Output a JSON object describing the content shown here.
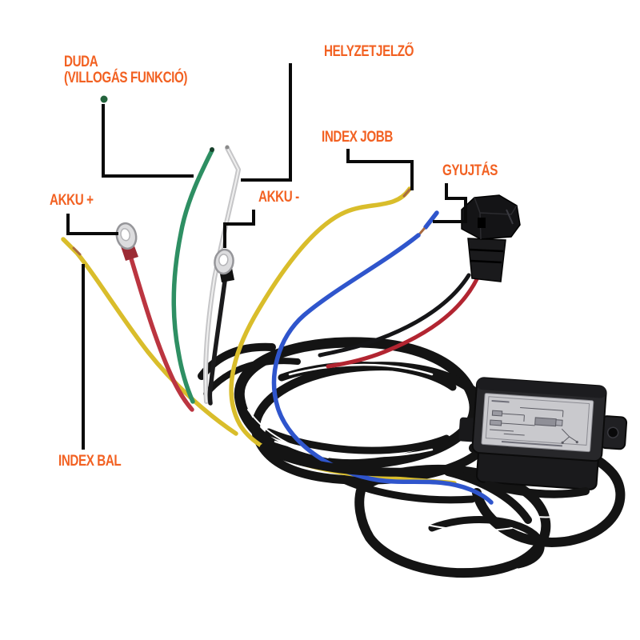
{
  "title": "DRL controller wiring harness diagram (Hungarian labels)",
  "labels": {
    "duda": {
      "line1": "DUDA",
      "line2": "(VILLOGÁS FUNKCIÓ)"
    },
    "helyzetjelzo": "HELYZETJELZŐ",
    "index_jobb": "INDEX JOBB",
    "gyujtas": "GYUJTÁS",
    "akku_plus": "AKKU +",
    "akku_minus": "AKKU -",
    "index_bal": "INDEX BAL"
  },
  "colors": {
    "label_text": "#f26122",
    "pointer_line": "#0a0a0a",
    "wire_yellow": "#d9bd2b",
    "wire_green": "#2e8f63",
    "wire_white": "#c6c6c8",
    "wire_red": "#bb3540",
    "wire_black": "#1b1b1d",
    "wire_blue": "#2f55cc",
    "harness_black": "#141414",
    "box_body": "#27272a",
    "box_label": "#c9c9cd"
  },
  "wires": [
    {
      "name": "index-bal-wire",
      "color": "yellow",
      "label": "INDEX BAL",
      "end": "stripped tip"
    },
    {
      "name": "akku-plus-wire",
      "color": "red",
      "label": "AKKU +",
      "end": "ring terminal"
    },
    {
      "name": "duda-wire",
      "color": "green",
      "label": "DUDA (VILLOGÁS FUNKCIÓ)",
      "end": "stripped tip"
    },
    {
      "name": "helyzetjelzo-wire",
      "color": "white",
      "label": "HELYZETJELZŐ",
      "end": "stripped tip"
    },
    {
      "name": "akku-minus-wire",
      "color": "black",
      "label": "AKKU -",
      "end": "ring terminal"
    },
    {
      "name": "index-jobb-wire",
      "color": "yellow",
      "label": "INDEX JOBB",
      "end": "stripped tip"
    },
    {
      "name": "gyujtas-wire",
      "color": "blue",
      "label": "GYUJTÁS",
      "end": "stripped tip"
    },
    {
      "name": "power-plug-pigtail",
      "color": "red/black pair",
      "label": "GYUJTÁS plug",
      "end": "2-pin connector"
    }
  ],
  "parts": {
    "controller_box": "black DRL controller module with grey schematic sticker and mounting ear",
    "harness": "coiled black wire loom"
  }
}
